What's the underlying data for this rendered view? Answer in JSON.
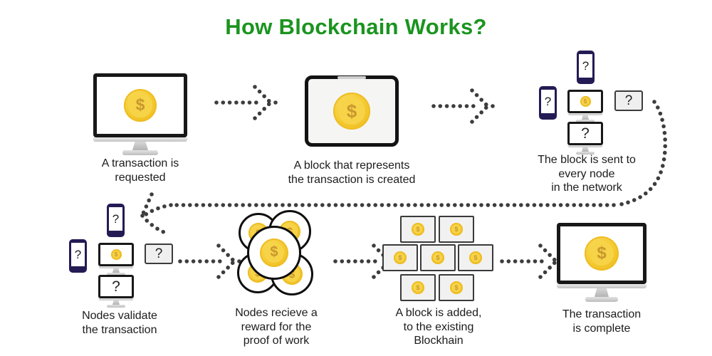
{
  "title": "How Blockchain Works?",
  "symbols": {
    "coin": "$",
    "question": "?"
  },
  "colors": {
    "title_green": "#1a941f",
    "coin_gold": "#F2C92E",
    "coin_symbol_gold": "#C8982E",
    "arrow_dot_gray": "#3D3D3D",
    "phone_navy": "#241B55"
  },
  "steps": [
    {
      "id": "transaction-requested",
      "caption": "A transaction is\nrequested"
    },
    {
      "id": "block-created",
      "caption": "A block that represents\nthe transaction is created"
    },
    {
      "id": "block-sent",
      "caption": "The block is sent to\nevery node\nin the network"
    },
    {
      "id": "nodes-validate",
      "caption": "Nodes validate\nthe transaction"
    },
    {
      "id": "proof-of-work",
      "caption": "Nodes recieve a\nreward for the\nproof of work"
    },
    {
      "id": "block-added",
      "caption": "A block is added,\nto the existing\nBlockhain"
    },
    {
      "id": "transaction-complete",
      "caption": "The transaction\nis complete"
    }
  ]
}
